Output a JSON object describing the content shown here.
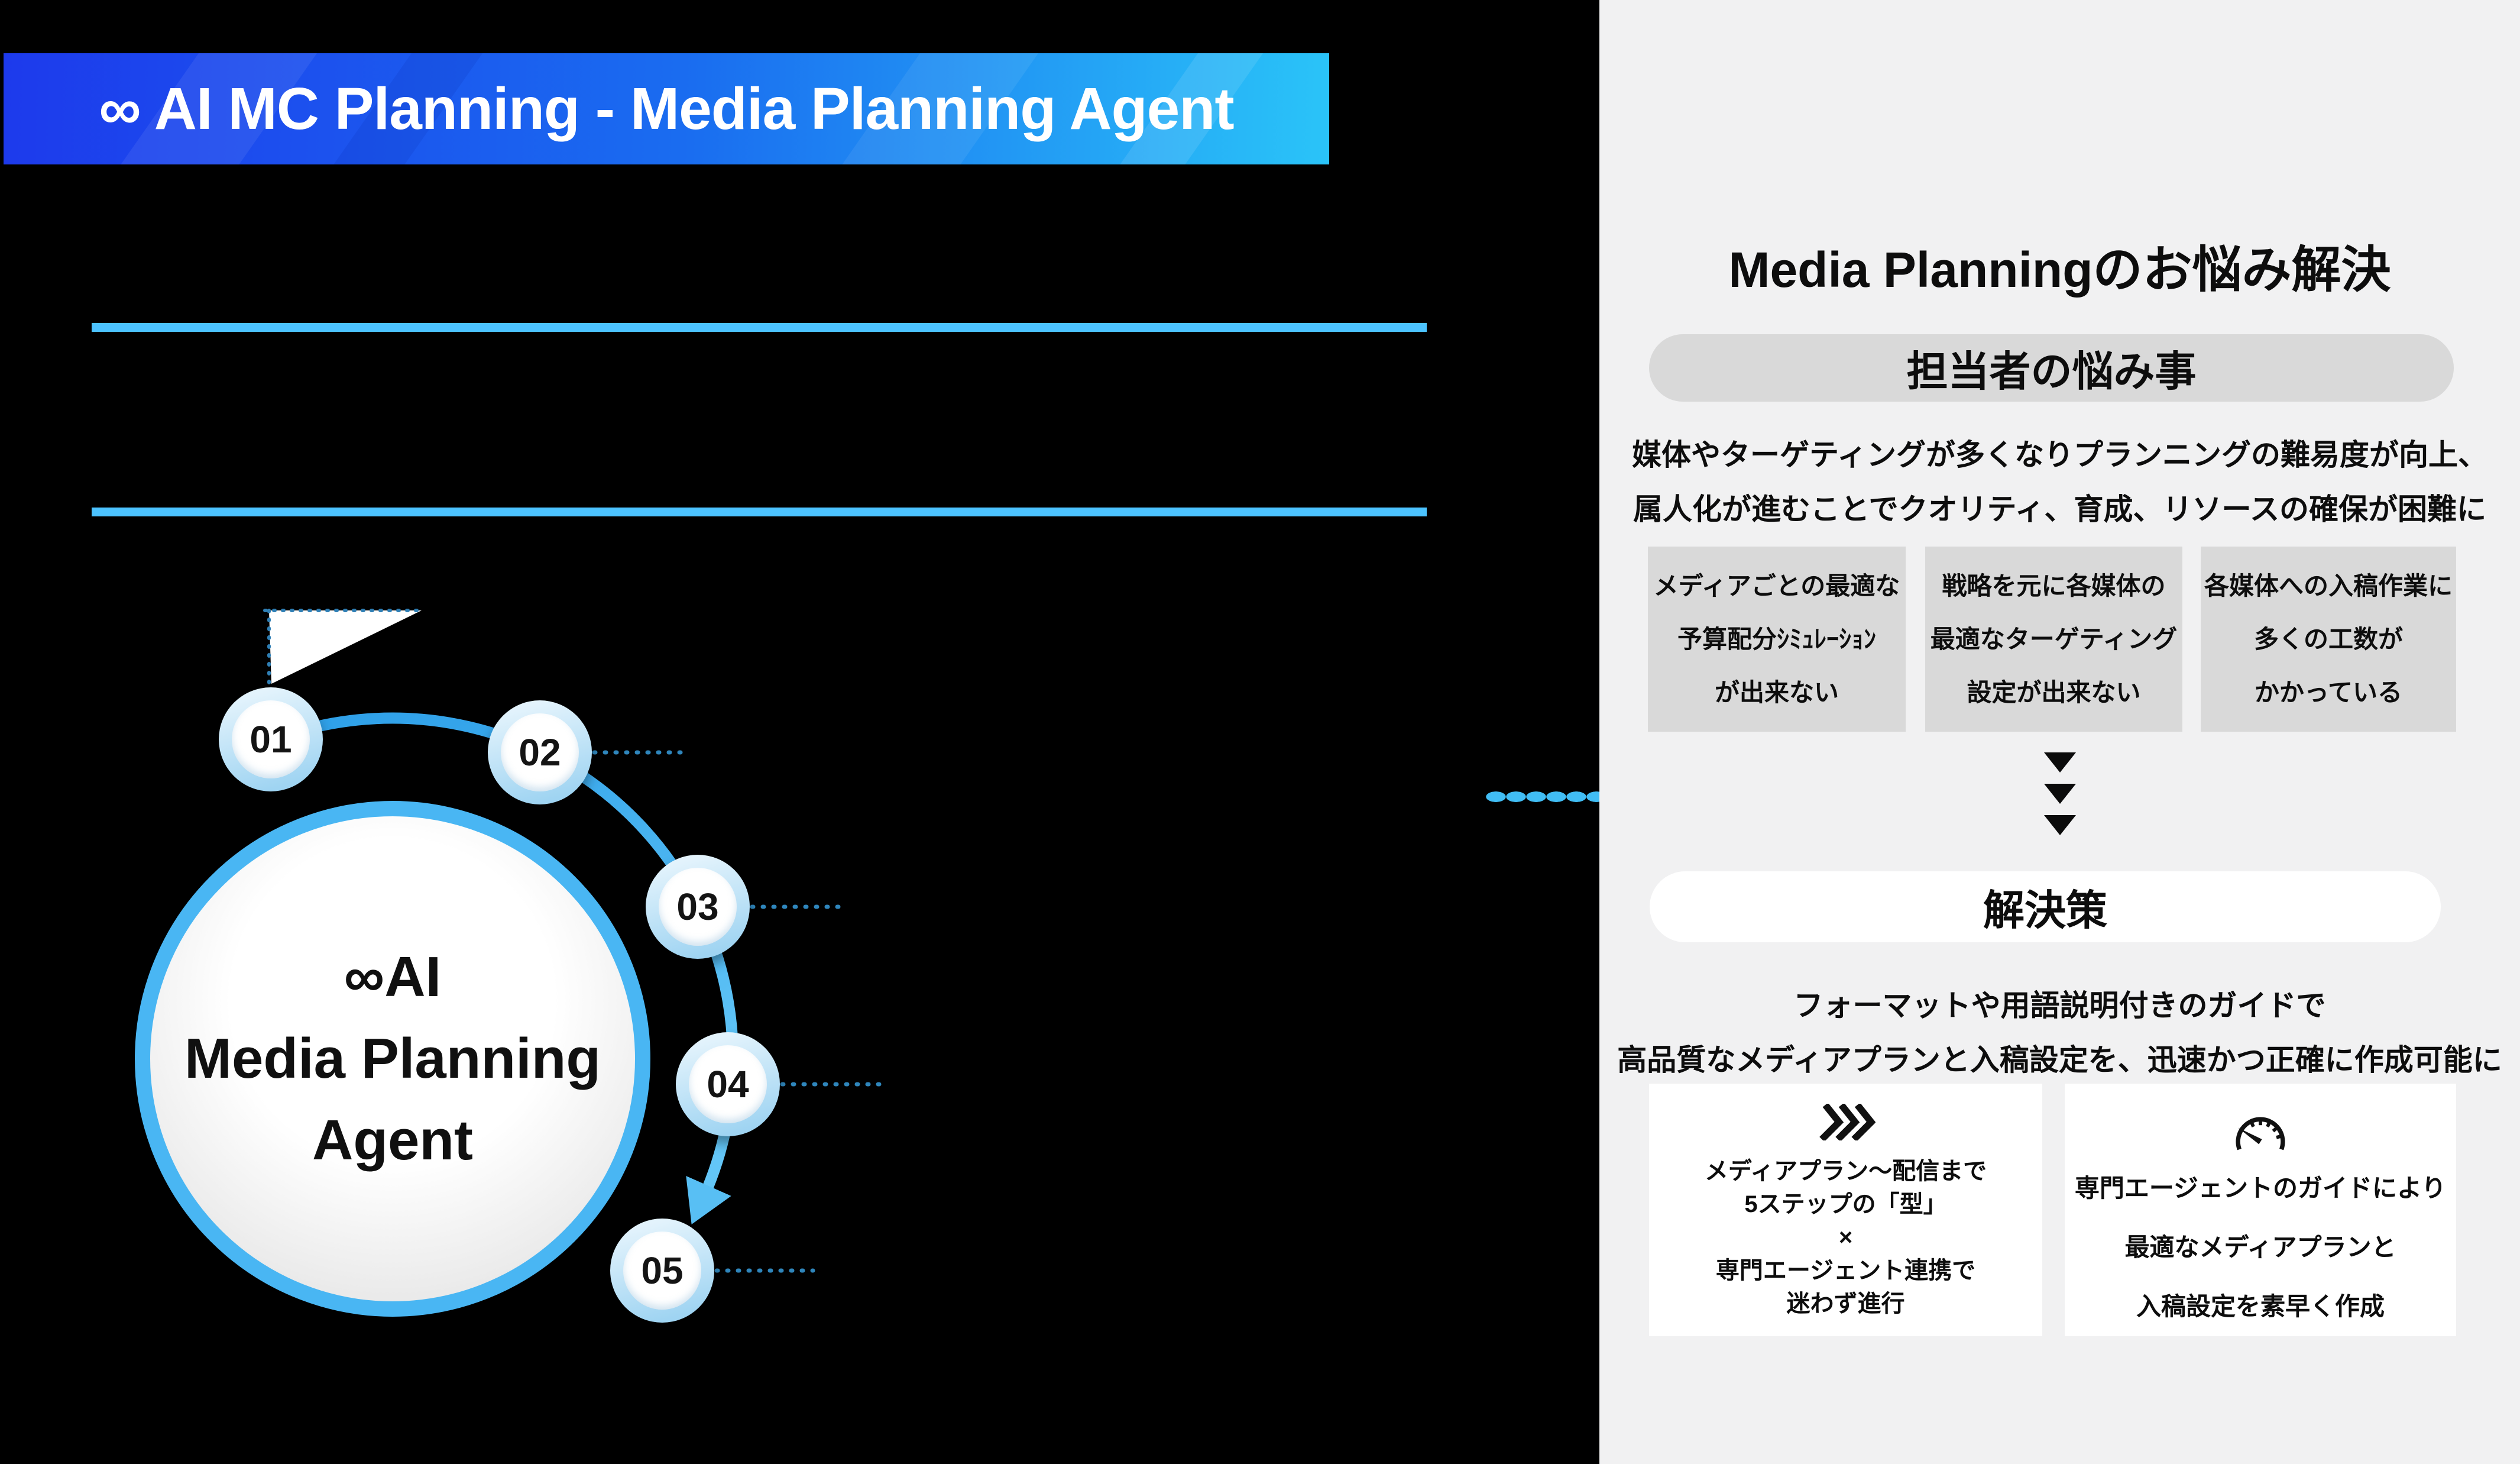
{
  "banner": {
    "title": "∞ AI MC Planning - Media Planning Agent"
  },
  "diagram": {
    "center": {
      "line1": "∞AI",
      "line2": "Media Planning",
      "line3": "Agent"
    },
    "steps": [
      {
        "label": "01"
      },
      {
        "label": "02"
      },
      {
        "label": "03"
      },
      {
        "label": "04"
      },
      {
        "label": "05"
      }
    ]
  },
  "panel": {
    "title": "Media Planningのお悩み解決",
    "problem": {
      "heading": "担当者の悩み事",
      "desc": [
        "媒体やターゲティングが多くなりプランニングの難易度が向上、",
        "属人化が進むことでクオリティ、育成、リソースの確保が困難に"
      ],
      "cards": [
        {
          "lines": [
            "メディアごとの最適な",
            "予算配分ｼﾐｭﾚｰｼｮﾝ",
            "が出来ない"
          ]
        },
        {
          "lines": [
            "戦略を元に各媒体の",
            "最適なターゲティング",
            "設定が出来ない"
          ]
        },
        {
          "lines": [
            "各媒体への入稿作業に",
            "多くの工数が",
            "かかっている"
          ]
        }
      ]
    },
    "solution": {
      "heading": "解決策",
      "desc": [
        "フォーマットや用語説明付きのガイドで",
        "高品質なメディアプランと入稿設定を、迅速かつ正確に作成可能に"
      ],
      "cards": [
        {
          "icon": "fast-forward-icon",
          "lines": [
            "メディアプラン～配信まで",
            "5ステップの「型」",
            "×",
            "専門エージェント連携で",
            "迷わず進行"
          ]
        },
        {
          "icon": "gauge-icon",
          "lines": [
            "専門エージェントのガイドにより",
            "最適なメディアプランと",
            "入稿設定を素早く作成"
          ]
        }
      ]
    }
  },
  "colors": {
    "banner_gradient_start": "#1d3aec",
    "banner_gradient_end": "#2ac4f8",
    "accent_blue": "#41bdf4",
    "arc_blue": "#49b6f3",
    "line_blue": "#4cc3ff",
    "panel_bg": "#f1f1f2",
    "card_gray": "#d9d9d9",
    "text_black": "#0d0d0d"
  }
}
